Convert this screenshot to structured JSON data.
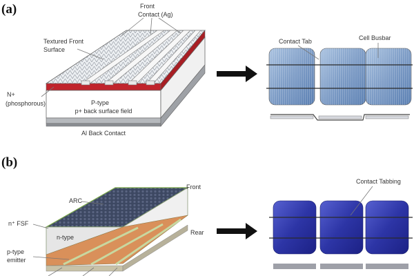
{
  "panel_a": {
    "label": "(a)",
    "front_contact": "Front\nContact (Ag)",
    "textured_front": "Textured Front\nSurface",
    "n_plus": "N+\n(phosphorous)",
    "p_type": "P-type",
    "back_surface_field": "p+ back surface field",
    "al_back": "Al Back Contact",
    "contact_tab": "Contact Tab",
    "cell_busbar": "Cell Busbar"
  },
  "panel_b": {
    "label": "(b)",
    "arc": "ARC",
    "front": "Front",
    "n_fsf": "n⁺ FSF",
    "n_type": "n-type",
    "rear": "Rear",
    "p_emitter": "p-type\nemitter",
    "contact_tabbing": "Contact Tabbing"
  },
  "colors": {
    "cell_a_blue": "#7f9fc8",
    "cell_b_blue": "#2f36a8",
    "red_layer": "#c0242c",
    "orange": "#d9905a",
    "top_dark": "#44506a",
    "arrow": "#111111"
  }
}
